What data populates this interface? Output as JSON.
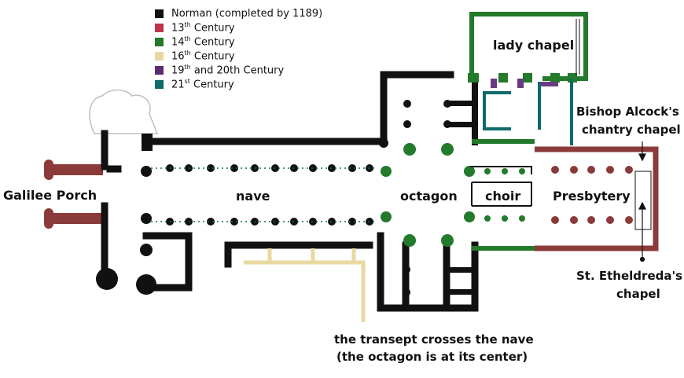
{
  "legend": [
    {
      "pre": "Norman (completed by 1189)",
      "sup": "",
      "post": "",
      "color": "#111111"
    },
    {
      "pre": "13",
      "sup": "th",
      "post": " Century",
      "color": "#c0334d"
    },
    {
      "pre": "14",
      "sup": "th",
      "post": " Century",
      "color": "#237a2a"
    },
    {
      "pre": "16",
      "sup": "th",
      "post": " Century",
      "color": "#e9d9a0"
    },
    {
      "pre": "19",
      "sup": "th",
      "post": " and 20th Century",
      "color": "#5a2c6e"
    },
    {
      "pre": "21",
      "sup": "st",
      "post": " Century",
      "color": "#0f6a6a"
    }
  ],
  "labels": {
    "lady_chapel": "lady chapel",
    "bishop_line1": "Bishop Alcock's",
    "bishop_line2": "chantry chapel",
    "galilee": "Galilee Porch",
    "nave": "nave",
    "octagon": "octagon",
    "choir": "choir",
    "presbytery": "Presbytery",
    "etheldreda_line1": "St. Etheldreda's",
    "etheldreda_line2": "chapel",
    "transept_line1": "the transept crosses the nave",
    "transept_line2": "(the octagon is at its center)"
  },
  "colors": {
    "norman": "#111111",
    "c13": "#8b3a3a",
    "c14": "#237a2a",
    "c16": "#e9d9a0",
    "c19_20": "#6a3a84",
    "c21": "#0f6a6a"
  }
}
